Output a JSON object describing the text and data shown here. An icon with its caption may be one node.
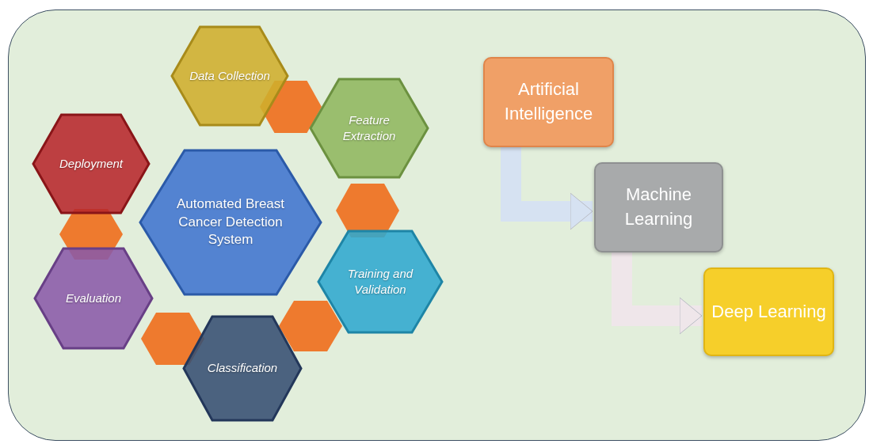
{
  "diagram": {
    "nodes": [
      {
        "text": [
          "Data Collection"
        ]
      },
      {
        "text": [
          "Deployment"
        ]
      },
      {
        "text": [
          "Feature Extraction"
        ]
      },
      {
        "text": [
          "Automated Breast Cancer Detection System"
        ]
      },
      {
        "text": [
          "Evaluation"
        ]
      },
      {
        "text": [
          "Training and Validation"
        ]
      },
      {
        "text": [
          "Classification"
        ]
      },
      {
        "text": [
          "Artificial Intelligence"
        ]
      },
      {
        "text": [
          "Machine Learning"
        ]
      },
      {
        "text": [
          "Deep Learning"
        ]
      },
      {
        "text": [],
        "shape": "hexagon"
      },
      {
        "text": [],
        "shape": "hexagon"
      },
      {
        "text": [],
        "shape": "hexagon"
      },
      {
        "text": [],
        "shape": "hexagon"
      },
      {
        "text": [],
        "shape": "hexagon"
      }
    ],
    "edges": [
      {
        "from": 7,
        "to": 8,
        "arrow": "to"
      },
      {
        "from": 8,
        "to": 9,
        "arrow": "to"
      }
    ]
  }
}
